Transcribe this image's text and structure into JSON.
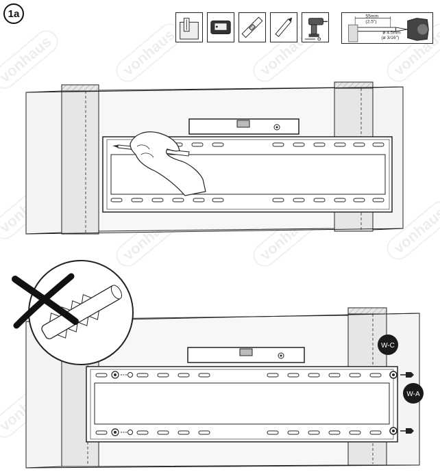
{
  "step": {
    "label": "1a"
  },
  "drill_spec": {
    "depth_mm": "55mm",
    "depth_in": "(2.5\")",
    "diameter_mm": "ø 4.5mm",
    "diameter_in": "(ø 3/16\")"
  },
  "labels": {
    "wc": "W-C",
    "wa": "W-A"
  },
  "watermark": "vonhaus",
  "icons": [
    "stud-finder-icon",
    "wall-anchor-icon",
    "level-icon",
    "pencil-icon",
    "drill-icon",
    "drill-bit-icon"
  ],
  "colors": {
    "line": "#222222",
    "stud_fill": "#e6e6e6",
    "badge_fill": "#1a1a1a"
  }
}
